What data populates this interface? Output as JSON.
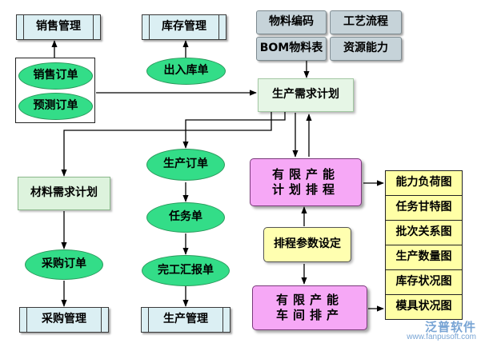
{
  "management": {
    "sales": "销售管理",
    "inventory": "库存管理",
    "purchasing": "采购管理",
    "production": "生产管理"
  },
  "orders": {
    "sales_order": "销售订单",
    "forecast_order": "预测订单",
    "inout_order": "出入库单",
    "production_order": "生产订单",
    "task_order": "任务单",
    "completion_report": "完工汇报单",
    "purchase_order": "采购订单"
  },
  "master_data": {
    "material_code": "物料编码",
    "process_flow": "工艺流程",
    "bom": "BOM物料表",
    "resource_capacity": "资源能力"
  },
  "planning": {
    "production_plan": "生产需求计划",
    "material_plan": "材料需求计划",
    "finite_planning": "有限产能\n计划排程",
    "finite_workshop": "有限产能\n车间排产",
    "schedule_params": "排程参数设定"
  },
  "reports": [
    "能力负荷图",
    "任务甘特图",
    "批次关系图",
    "生产数量图",
    "库存状况图",
    "模具状况图"
  ],
  "watermark": {
    "logo": "泛普软件",
    "url": "www.fanpusoft.com"
  },
  "colors": {
    "oval_green": "#33dd88",
    "management_fill": "#dbeff3",
    "pink_fill": "#f6a8f6",
    "report_yellow": "#ffffa6",
    "grey_fill": "#c6d3d9"
  }
}
